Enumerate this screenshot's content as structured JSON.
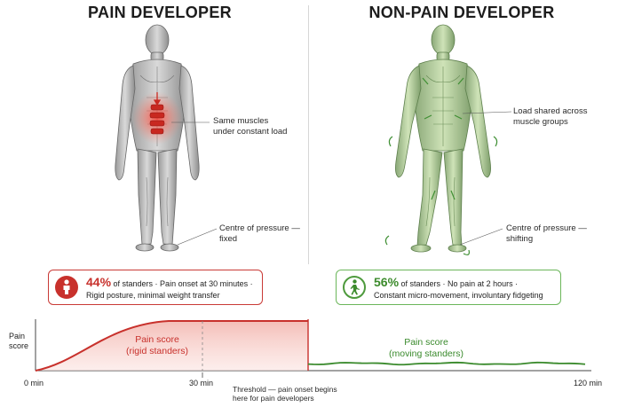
{
  "left": {
    "title": "PAIN DEVELOPER",
    "annotation_load": [
      "Same muscles",
      "under constant load"
    ],
    "annotation_pressure": [
      "Centre of pressure —",
      "fixed"
    ],
    "stat": {
      "percent": "44%",
      "line1_rest": " of standers · Pain onset at 30 minutes ·",
      "line2": "Rigid posture, minimal weight transfer"
    },
    "icon": "standing-person-icon"
  },
  "right": {
    "title": "NON-PAIN DEVELOPER",
    "annotation_load": [
      "Load shared across",
      "muscle groups"
    ],
    "annotation_pressure": [
      "Centre of pressure —",
      "shifting"
    ],
    "stat": {
      "percent": "56%",
      "line1_rest": " of standers · No pain at 2 hours ·",
      "line2": "Constant micro-movement, involuntary fidgeting"
    },
    "icon": "walking-person-icon"
  },
  "chart": {
    "y_label": [
      "Pain",
      "score"
    ],
    "x_ticks": [
      "0 min",
      "30 min",
      "120 min"
    ],
    "series_left_label": [
      "Pain score",
      "(rigid standers)"
    ],
    "series_right_label": [
      "Pain score",
      "(moving standers)"
    ],
    "threshold_note": [
      "Threshold — pain onset begins",
      "here for pain developers"
    ],
    "colors": {
      "pain": "#c8312c",
      "moving": "#3a8a2c"
    }
  }
}
